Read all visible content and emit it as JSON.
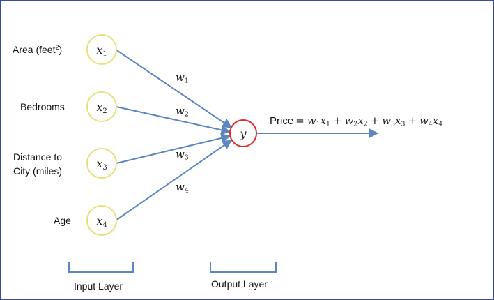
{
  "inputs": [
    {
      "label": "Area (feet",
      "label_sup": "2",
      "label_close": ")",
      "var": "x",
      "sub": "1"
    },
    {
      "label": "Bedrooms",
      "var": "x",
      "sub": "2"
    },
    {
      "label_line1": "Distance to",
      "label_line2": "City (miles)",
      "var": "x",
      "sub": "3"
    },
    {
      "label": "Age",
      "var": "x",
      "sub": "4"
    }
  ],
  "weights": [
    {
      "var": "w",
      "sub": "1"
    },
    {
      "var": "w",
      "sub": "2"
    },
    {
      "var": "w",
      "sub": "3"
    },
    {
      "var": "w",
      "sub": "4"
    }
  ],
  "output": {
    "var": "y"
  },
  "formula": {
    "prefix": "Price",
    "equals": "=",
    "plus": "+",
    "terms": [
      {
        "w": "w",
        "wsub": "1",
        "x": "x",
        "xsub": "1"
      },
      {
        "w": "w",
        "wsub": "2",
        "x": "x",
        "xsub": "2"
      },
      {
        "w": "w",
        "wsub": "3",
        "x": "x",
        "xsub": "3"
      },
      {
        "w": "w",
        "wsub": "4",
        "x": "x",
        "xsub": "4"
      }
    ]
  },
  "layers": {
    "input": "Input Layer",
    "output": "Output Layer"
  },
  "colors": {
    "frame": "#3b4a9e",
    "arrow": "#5b86c1",
    "input_ring": "#e8e07a",
    "output_ring": "#e02a2a",
    "bracket": "#5b86c1"
  }
}
